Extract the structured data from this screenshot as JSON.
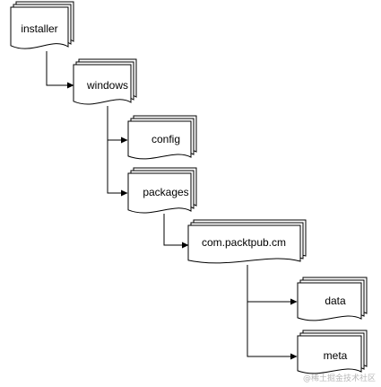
{
  "nodes": {
    "installer": {
      "label": "installer"
    },
    "windows": {
      "label": "windows"
    },
    "config": {
      "label": "config"
    },
    "packages": {
      "label": "packages"
    },
    "com_packtpub_cm": {
      "label": "com.packtpub.cm"
    },
    "data": {
      "label": "data"
    },
    "meta": {
      "label": "meta"
    }
  },
  "edges": [
    {
      "from": "installer",
      "to": "windows"
    },
    {
      "from": "windows",
      "to": "config"
    },
    {
      "from": "windows",
      "to": "packages"
    },
    {
      "from": "packages",
      "to": "com_packtpub_cm"
    },
    {
      "from": "com_packtpub_cm",
      "to": "data"
    },
    {
      "from": "com_packtpub_cm",
      "to": "meta"
    }
  ],
  "watermark": "@稀土掘金技术社区",
  "colors": {
    "stroke": "#000000",
    "fill": "#ffffff",
    "watermark": "#b8b8b8"
  }
}
